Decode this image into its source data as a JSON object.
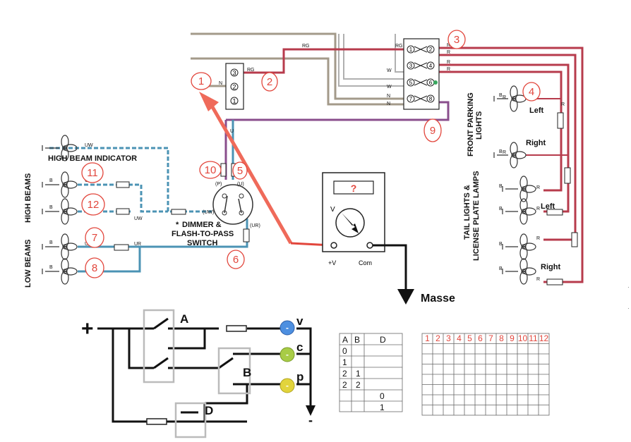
{
  "colors": {
    "callout": "#e2463c",
    "wire_red": "#b73b4c",
    "wire_tan": "#a39a8a",
    "wire_blue": "#4b93b4",
    "wire_purple": "#8a4e8c",
    "arrow": "#ef6a5a",
    "dot_v": "#4d8fe0",
    "dot_c": "#a8cc46",
    "dot_p": "#e2d43c"
  },
  "callouts": [
    "1",
    "2",
    "3",
    "4",
    "5",
    "6",
    "7",
    "8",
    "9",
    "10",
    "11",
    "12"
  ],
  "labels": {
    "high_beam_indicator": "HIGH BEAM INDICATOR",
    "high_beams": "HIGH BEAMS",
    "low_beams": "LOW BEAMS",
    "dimmer_line1": "DIMMER &",
    "dimmer_line2": "FLASH-TO-PASS",
    "dimmer_line3": "SWITCH",
    "front_parking_1": "FRONT PARKING",
    "front_parking_2": "LIGHTS",
    "tail_1": "TAIL LIGHTS &",
    "tail_2": "LICENSE PLATE LAMPS",
    "left": "Left",
    "right": "Right",
    "masse": "Masse",
    "meter_v": "V",
    "meter_vplus": "+V",
    "meter_com": "Com",
    "meter_display": "?",
    "star": "*",
    "p_label": "(P)",
    "u_label": "(U)",
    "uw_label": "(UW)",
    "ur_label": "(UR)"
  },
  "wire_codes": {
    "rg": "RG",
    "r": "R",
    "w": "W",
    "n": "N",
    "u": "U",
    "uw": "UW",
    "ur": "UR",
    "b": "B"
  },
  "connector_pins": {
    "left": [
      "3",
      "2",
      "1"
    ],
    "right_left_col": [
      "1",
      "3",
      "5",
      "7"
    ],
    "right_right_col": [
      "2",
      "4",
      "6",
      "8"
    ]
  },
  "schematic": {
    "plus": "+",
    "minus": "-",
    "switch_a": "A",
    "switch_b": "B",
    "switch_d": "D",
    "out_v": "v",
    "out_c": "c",
    "out_p": "p",
    "dot_symbol": "-"
  },
  "truth_table": {
    "headers": [
      "A",
      "B",
      "D"
    ],
    "rows": [
      [
        "0",
        "",
        ""
      ],
      [
        "1",
        "",
        ""
      ],
      [
        "2",
        "1",
        ""
      ],
      [
        "2",
        "2",
        ""
      ],
      [
        "",
        "",
        "0"
      ],
      [
        "",
        "",
        "1"
      ]
    ]
  },
  "grid_headers": [
    "1",
    "2",
    "3",
    "4",
    "5",
    "6",
    "7",
    "8",
    "9",
    "10",
    "11",
    "12"
  ]
}
